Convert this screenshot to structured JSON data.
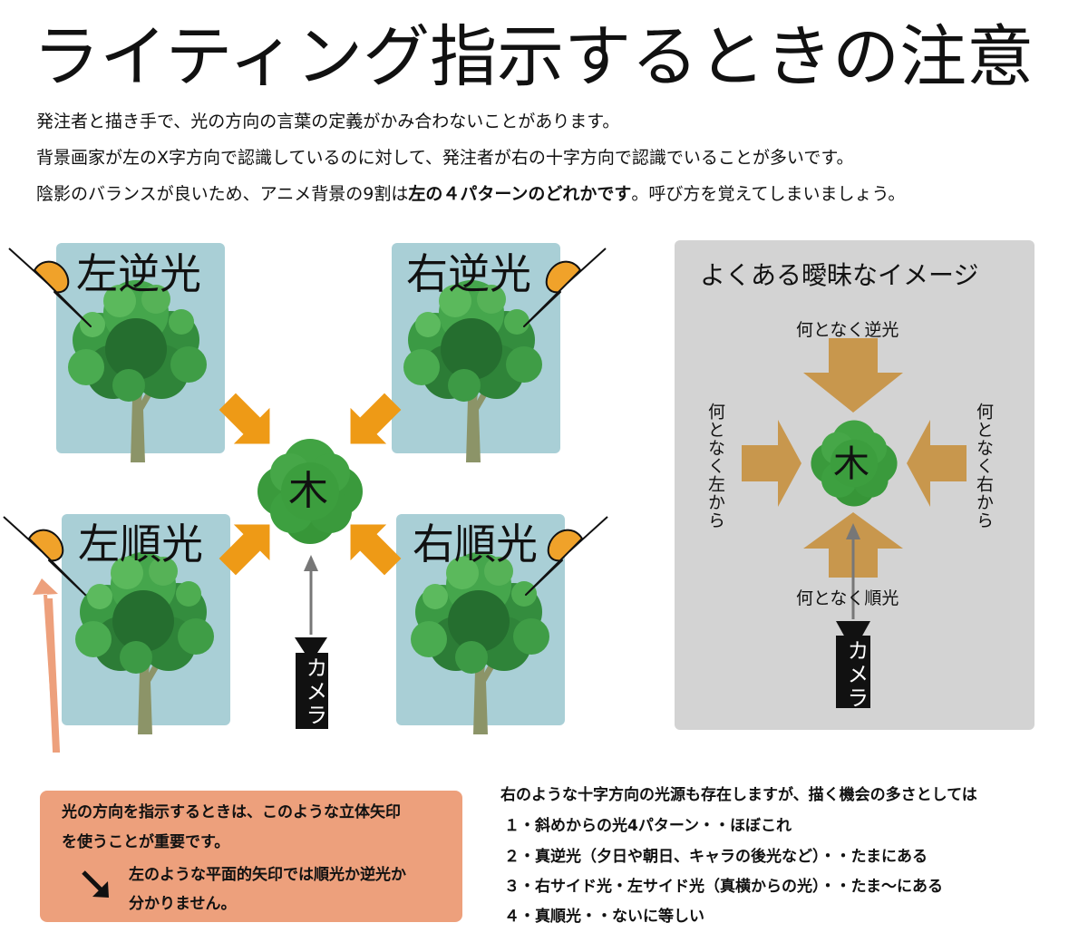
{
  "title": "ライティング指示するときの注意",
  "intro": {
    "line1": "発注者と描き手で、光の方向の言葉の定義がかみ合わないことがあります。",
    "line2": "背景画家が左のX字方向で認識しているのに対して、発注者が右の十字方向で認識でいることが多いです。",
    "line3_before": "陰影のバランスが良いため、アニメ背景の9割は",
    "line3_bold": "左の４パターンのどれかです",
    "line3_after": "。呼び方を覚えてしまいましょう。"
  },
  "panels": {
    "top_left": "左逆光",
    "top_right": "右逆光",
    "bottom_left": "左順光",
    "bottom_right": "右順光"
  },
  "center_tree_label": "木",
  "camera_label": "カメラ",
  "ambiguous": {
    "title": "よくある曖昧なイメージ",
    "top": "何となく逆光",
    "left": "何となく左から",
    "right": "何となく右から",
    "bottom": "何となく順光",
    "tree_label": "木",
    "camera_label": "カメラ"
  },
  "note": {
    "line1": "光の方向を指示するときは、このような立体矢印",
    "line2": "を使うことが重要です。",
    "line3": "左のような平面的矢印では順光か逆光か",
    "line4": "分かりません。"
  },
  "list": {
    "heading": "右のような十字方向の光源も存在しますが、描く機会の多さとしては",
    "item1": "１・斜めからの光4パターン・・ほぼこれ",
    "item2": "２・真逆光（夕日や朝日、キャラの後光など）・・たまにある",
    "item3": "３・右サイド光・左サイド光（真横からの光）・・たま～にある",
    "item4": "４・真順光・・ないに等しい"
  },
  "colors": {
    "panel_blue": "#a9cfd6",
    "arrow_orange": "#ee9a16",
    "ambiguous_arrow_tan": "#c8974d",
    "ambiguous_bg": "#d3d3d3",
    "note_salmon": "#eda07c",
    "tree_green": "#3a9a3c"
  }
}
